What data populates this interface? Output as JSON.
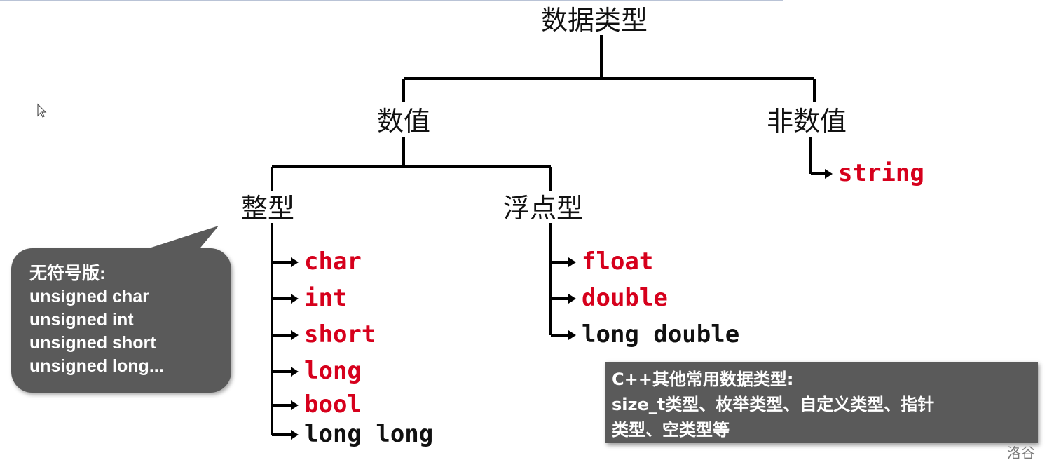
{
  "root": "数据类型",
  "numeric": "数值",
  "non_numeric": "非数值",
  "integer": "整型",
  "float_type": "浮点型",
  "integer_types": [
    {
      "label": "char",
      "color": "#d6001c"
    },
    {
      "label": "int",
      "color": "#d6001c"
    },
    {
      "label": "short",
      "color": "#d6001c"
    },
    {
      "label": "long",
      "color": "#d6001c"
    },
    {
      "label": "bool",
      "color": "#d6001c"
    },
    {
      "label": "long long",
      "color": "#111111"
    }
  ],
  "float_types": [
    {
      "label": "float",
      "color": "#d6001c"
    },
    {
      "label": "double",
      "color": "#d6001c"
    },
    {
      "label": "long double",
      "color": "#111111"
    }
  ],
  "non_numeric_types": [
    {
      "label": "string",
      "color": "#d6001c"
    }
  ],
  "unsigned_callout": {
    "title": "无符号版:",
    "lines": [
      "unsigned char",
      "unsigned int",
      "unsigned short",
      "unsigned long..."
    ]
  },
  "other_types_note": {
    "line1": "C++其他常用数据类型:",
    "line2": "size_t类型、枚举类型、自定义类型、指针",
    "line3": "类型、空类型等"
  },
  "watermark": "洛谷"
}
